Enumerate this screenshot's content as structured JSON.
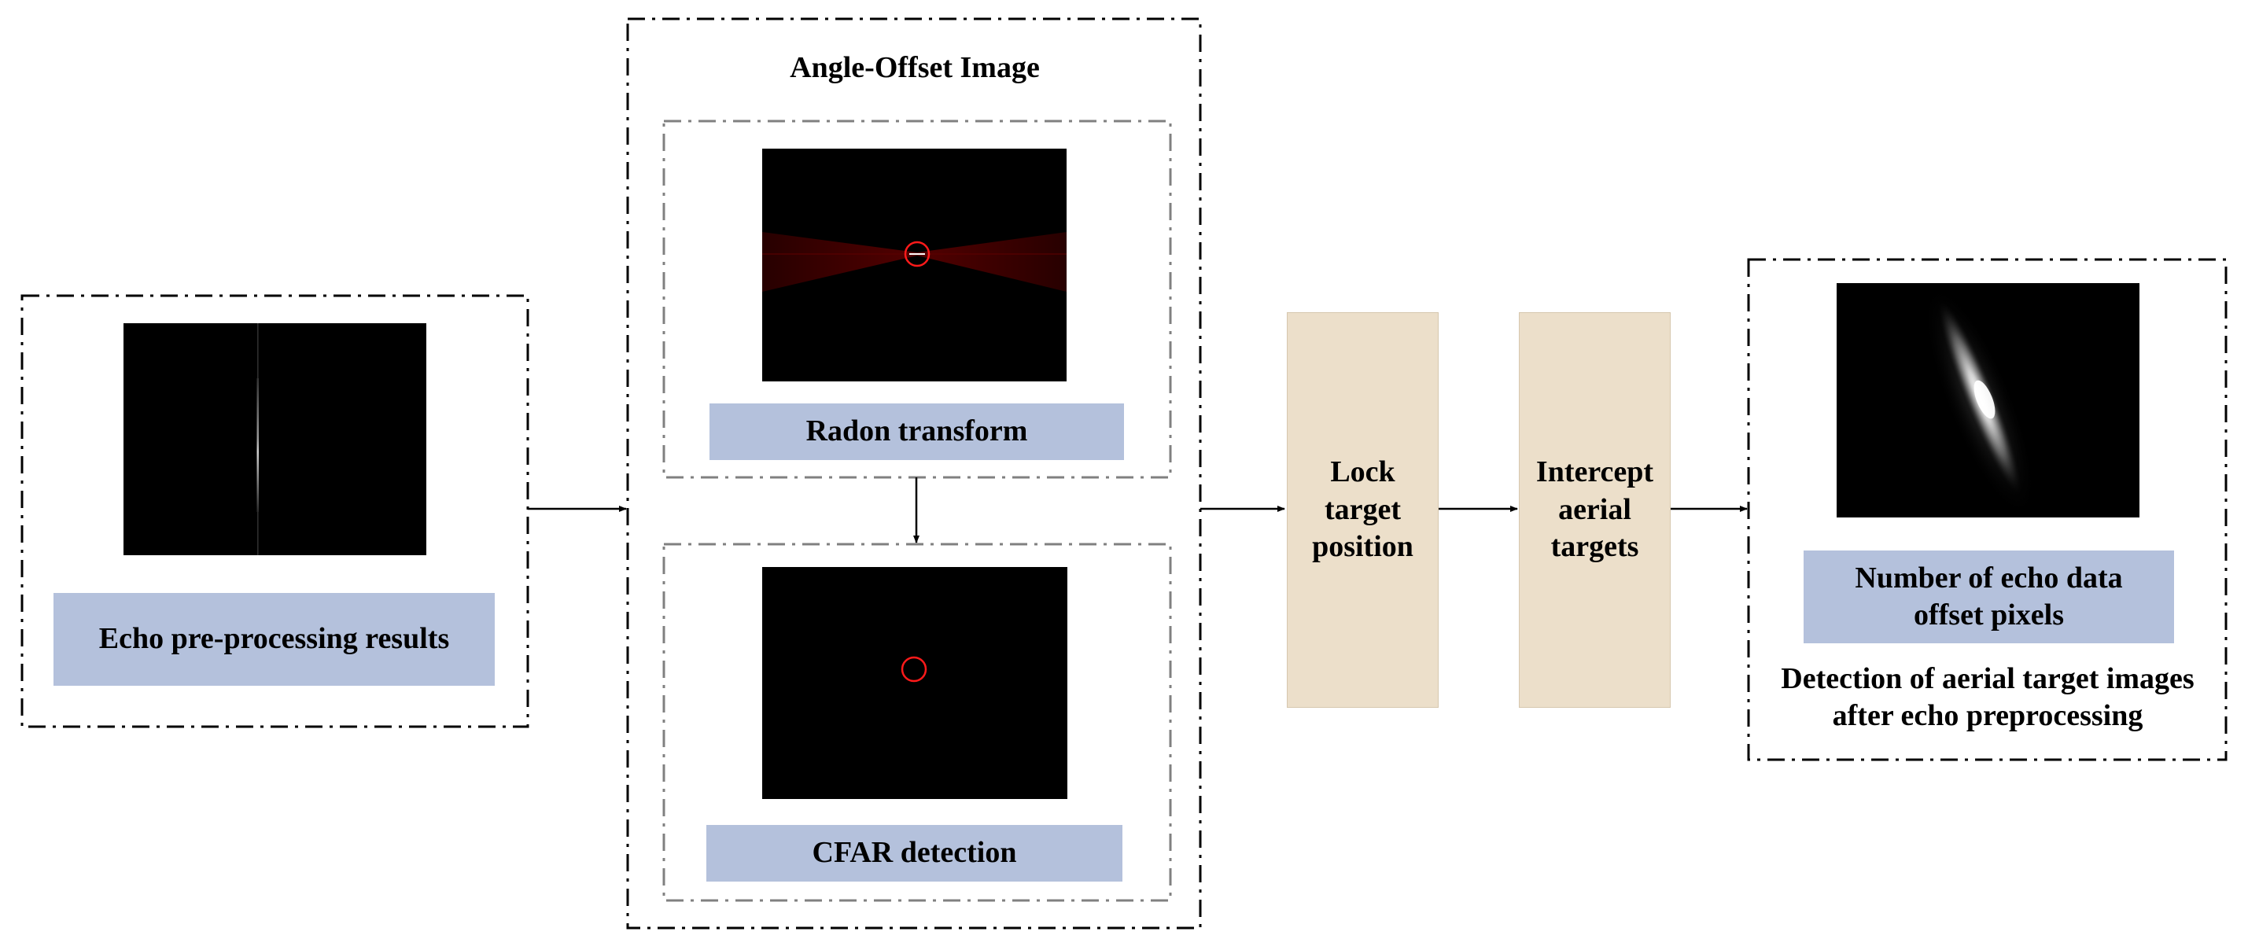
{
  "left_panel": {
    "caption": "Echo pre-processing results"
  },
  "middle_panel": {
    "title": "Angle-Offset Image",
    "radon_caption": "Radon transform",
    "cfar_caption": "CFAR detection"
  },
  "steps": [
    {
      "label": "Lock target position"
    },
    {
      "label": "Intercept aerial targets"
    }
  ],
  "right_panel": {
    "box_caption": "Number of echo data offset pixels",
    "footer": "Detection of aerial target images after echo preprocessing"
  },
  "colors": {
    "label_blue": "#b4c1dc",
    "step_tan": "#ecdfca",
    "detection_circle": "#ff1a1a",
    "dashed_gray": "#808080"
  }
}
